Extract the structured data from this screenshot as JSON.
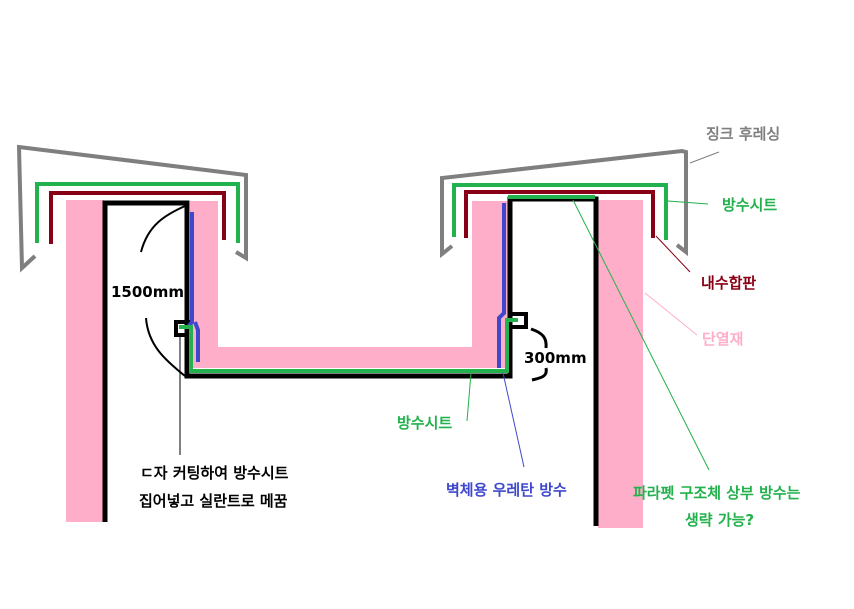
{
  "labels": {
    "zinc_flashing": "징크 후레싱",
    "waterproof_sheet_top": "방수시트",
    "plywood": "내수합판",
    "insulation": "단열재",
    "waterproof_sheet_bottom": "방수시트",
    "urethane": "벽체용 우레탄 방수",
    "parapet_question_line1": "파라펫 구조체 상부 방수는",
    "parapet_question_line2": "생략 가능?",
    "cutting_note_line1": "ㄷ자 커팅하여 방수시트",
    "cutting_note_line2": "집어넣고 실란트로 메꿈",
    "dim_height": "1500mm",
    "dim_overlap": "300mm"
  },
  "colors": {
    "flashing": "#7f7f7f",
    "sheet": "#22b14c",
    "plywood": "#880015",
    "insulation": "#ffaec9",
    "urethane": "#3f48cc",
    "structure": "#000000"
  }
}
